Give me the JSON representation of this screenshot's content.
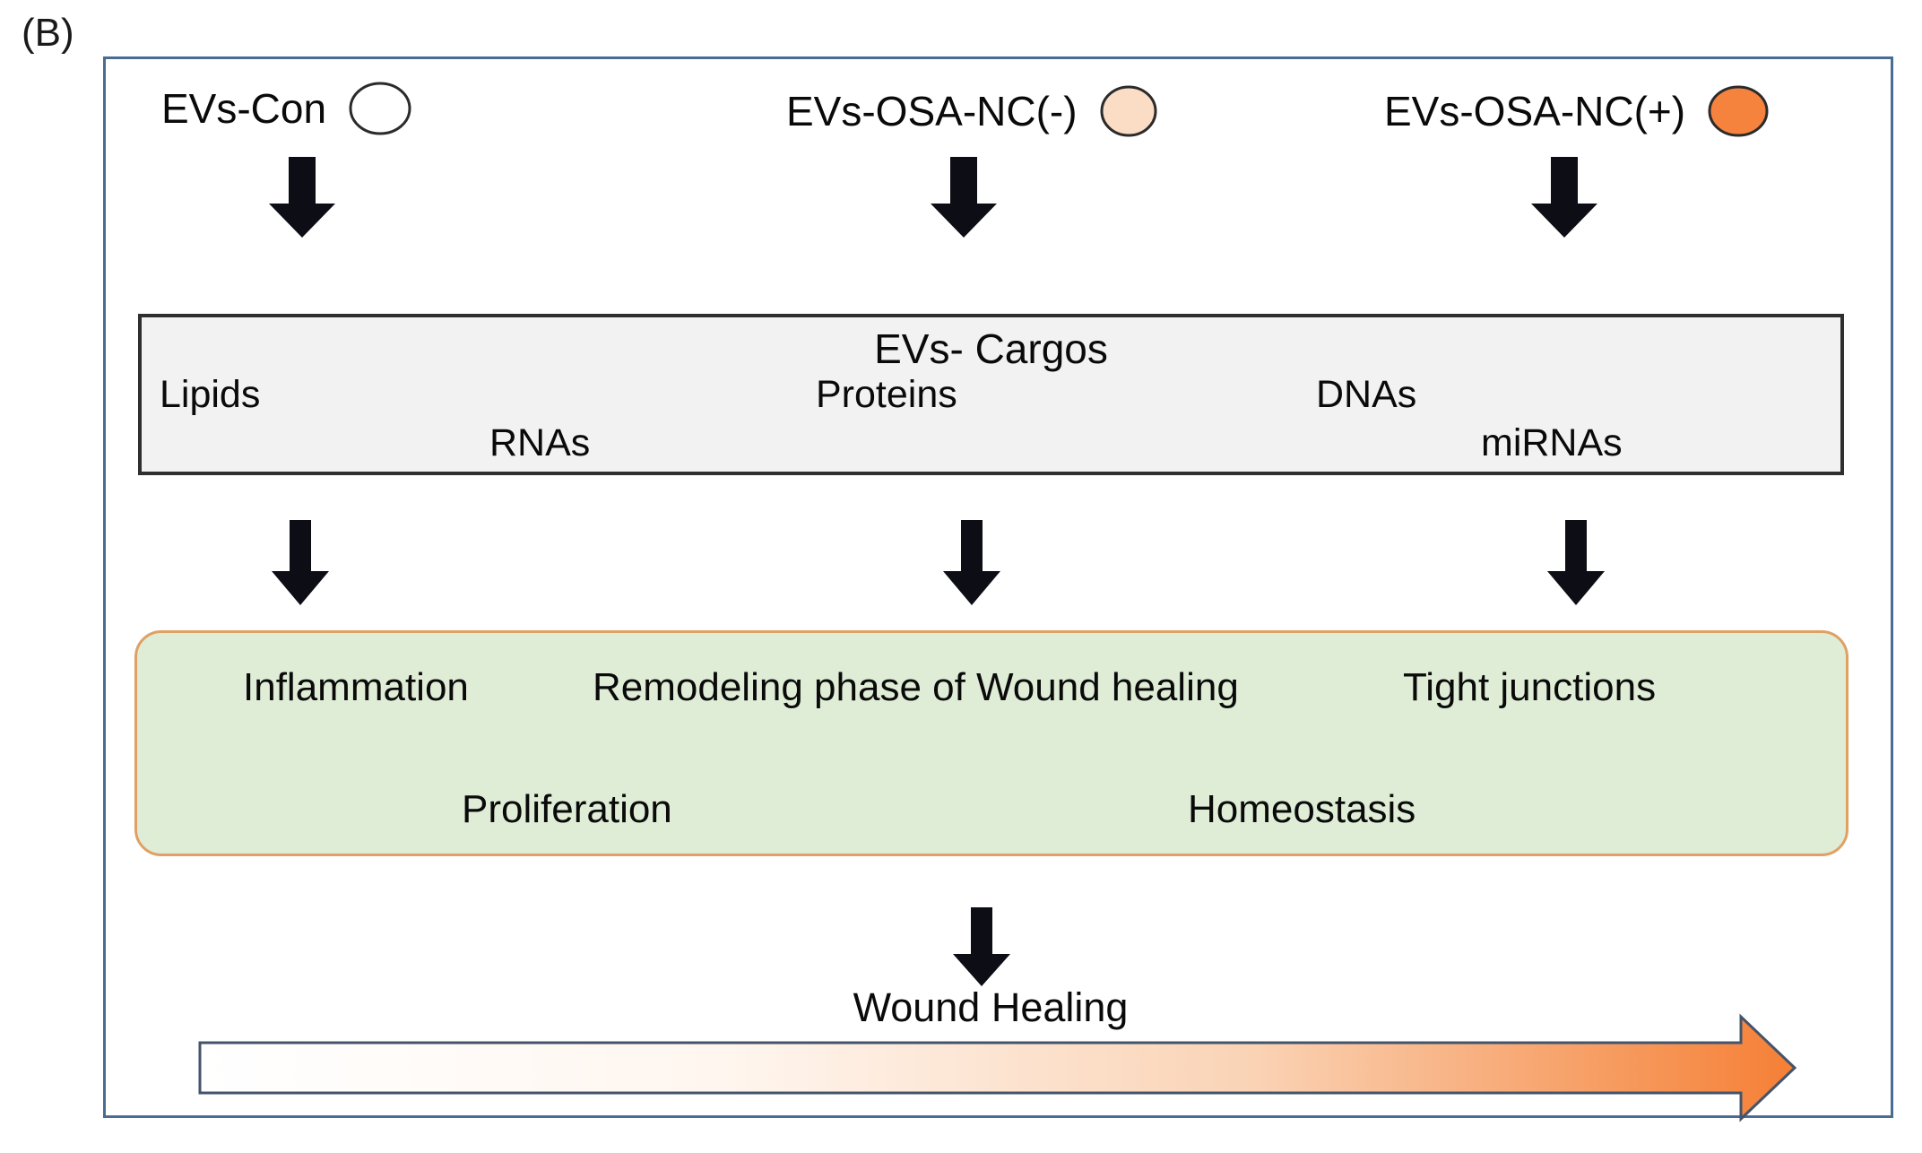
{
  "panel_label": "(B)",
  "legend": {
    "items": [
      {
        "label": "EVs-Con",
        "swatch": "#FFFFFF"
      },
      {
        "label": "EVs-OSA-NC(-)",
        "swatch": "#FBDCC5"
      },
      {
        "label": "EVs-OSA-NC(+)",
        "swatch": "#F6833D"
      }
    ]
  },
  "cargo_box": {
    "title": "EVs- Cargos",
    "items": [
      "Lipids",
      "Proteins",
      "DNAs",
      "RNAs",
      "miRNAs"
    ]
  },
  "effects_box": {
    "items": [
      "Inflammation",
      "Remodeling phase of Wound healing",
      "Tight junctions",
      "Proliferation",
      "Homeostasis"
    ]
  },
  "outcome": {
    "label": "Wound Healing"
  },
  "colors": {
    "outer_border": "#4A6B94",
    "cargo_fill": "#F2F2F2",
    "cargo_border": "#2F2F2F",
    "effects_fill": "#DFEDD6",
    "effects_border": "#E0A063",
    "arrow_black": "#0D0D15",
    "swatch_border": "#2B2B2B",
    "gradient_start": "#FFFFFF",
    "gradient_mid1": "#FFF6EF",
    "gradient_mid2": "#FAD3B5",
    "gradient_end": "#F57F35",
    "gradient_border": "#44546A"
  }
}
